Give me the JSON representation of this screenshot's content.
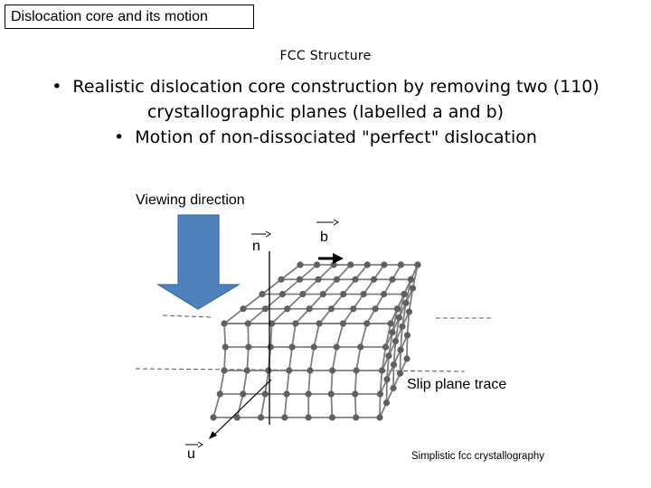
{
  "header": {
    "title": "Dislocation core and its motion",
    "subtitle": "FCC Structure"
  },
  "bullets": [
    {
      "line1": "Realistic dislocation core construction by removing two (110)",
      "line2": "crystallographic planes (labelled a and b)"
    },
    {
      "line1": "Motion of non-dissociated \"perfect\" dislocation"
    }
  ],
  "diagram": {
    "viewing_direction_label": "Viewing direction",
    "vector_n": "n",
    "vector_b": "b",
    "vector_u": "u",
    "slip_plane_label": "Slip plane trace",
    "caption": "Simplistic fcc crystallography",
    "arrow_color": "#4f81bd",
    "lattice_color": "#7f7f7f",
    "atom_color": "#606060"
  }
}
